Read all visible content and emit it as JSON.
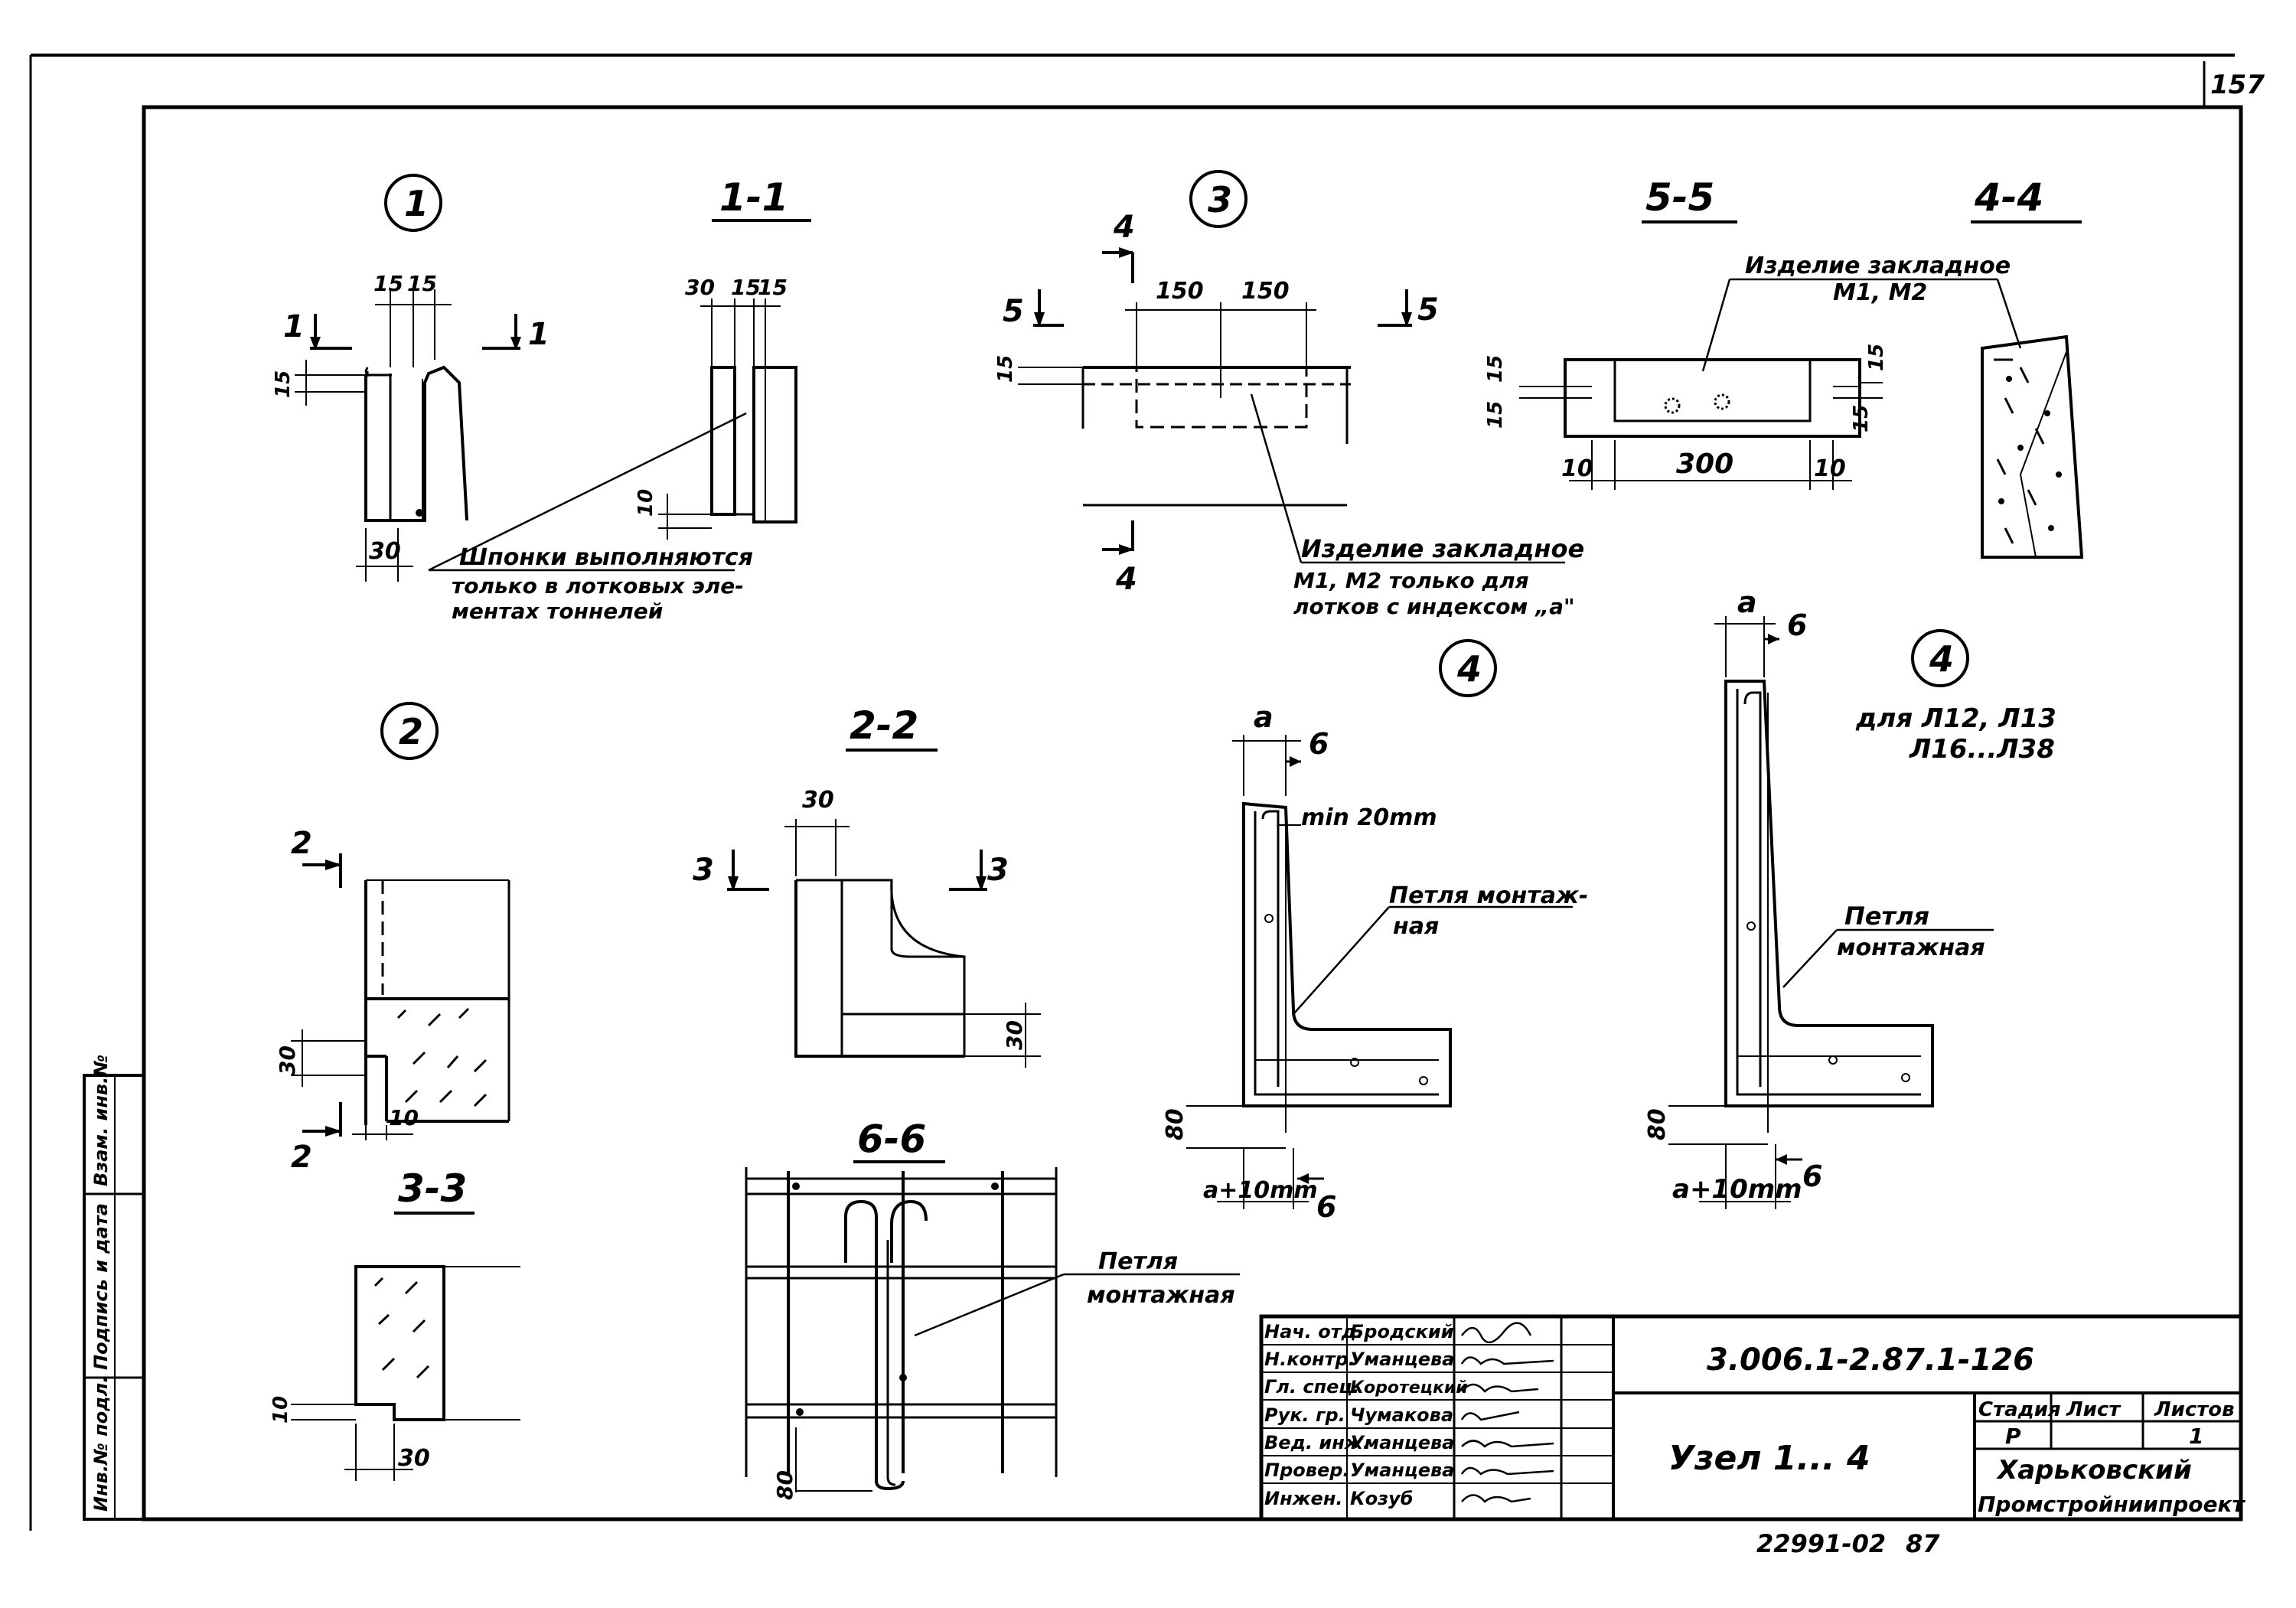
{
  "sheet_number": "157",
  "node_labels": {
    "n1": "1",
    "n2": "2",
    "n3": "3",
    "n4a": "4",
    "n4b": "4"
  },
  "section_titles": {
    "s11": "1-1",
    "s22": "2-2",
    "s33": "3-3",
    "s55": "5-5",
    "s44": "4-4",
    "s66": "6-6"
  },
  "cut_marks": {
    "c1l": "1",
    "c1r": "1",
    "c2t": "2",
    "c2b": "2",
    "c3l": "3",
    "c3r": "3",
    "c4t": "4",
    "c4b": "4",
    "c5l": "5",
    "c5r": "5",
    "c6a": "6",
    "c6b": "6",
    "c6c": "6",
    "c6d": "6"
  },
  "dimensions": {
    "d15a": "15",
    "d15b": "15",
    "d15c": "15",
    "d30a": "30",
    "d30b": "30",
    "d15d": "15",
    "d15e": "15",
    "d10a": "10",
    "d150a": "150",
    "d150b": "150",
    "d15f": "15",
    "d15g": "15",
    "d15h": "15",
    "d15i": "15",
    "d15j": "15",
    "d10b": "10",
    "d300": "300",
    "d10c": "10",
    "d30c": "30",
    "d10d": "10",
    "d30d": "30",
    "d30e": "30",
    "d10e": "10",
    "d30f": "30",
    "d80a": "80",
    "d80b": "80",
    "d80c": "80",
    "da1": "a",
    "da2": "a",
    "dmin": "min 20mm",
    "da10a": "a+10mm",
    "da10b": "a+10mm"
  },
  "notes": {
    "shponki_1": "Шпонки выполняются",
    "shponki_2": "только в лотковых эле-",
    "shponki_3": "ментах тоннелей",
    "izd3_1": "Изделие закладное",
    "izd3_2": "М1, М2 только для",
    "izd3_3": "лотков с индексом „а\"",
    "izd55_1": "Изделие закладное",
    "izd55_2": "М1, М2",
    "petlya4a_1": "Петля монтаж-",
    "petlya4a_2": "ная",
    "petlya4b_1": "Петля",
    "petlya4b_2": "монтажная",
    "petlya66_1": "Петля",
    "petlya66_2": "монтажная",
    "dlya_1": "для Л12, Л13",
    "dlya_2": "Л16...Л38"
  },
  "left_stamp": [
    "Инв.№ подл.",
    "Подпись и дата",
    "Взам. инв.№"
  ],
  "title_block": {
    "roles": [
      {
        "role": "Нач. отд.",
        "name": "Бродский"
      },
      {
        "role": "Н.контр.",
        "name": "Уманцева"
      },
      {
        "role": "Гл. спец.",
        "name": "Коротецкий"
      },
      {
        "role": "Рук. гр.",
        "name": "Чумакова"
      },
      {
        "role": "Вед. инж.",
        "name": "Уманцева"
      },
      {
        "role": "Провер.",
        "name": "Уманцева"
      },
      {
        "role": "Инжен.",
        "name": "Козуб"
      }
    ],
    "code": "3.006.1-2.87.1-126",
    "title": "Узел 1... 4",
    "stage_header": "Стадия",
    "sheet_header": "Лист",
    "sheets_header": "Листов",
    "stage_value": "Р",
    "sheet_value": "",
    "sheets_value": "1",
    "org_line1": "Харьковский",
    "org_line2": "Промстройниипроект"
  },
  "bottom_code": "22991-02",
  "bottom_page": "87"
}
